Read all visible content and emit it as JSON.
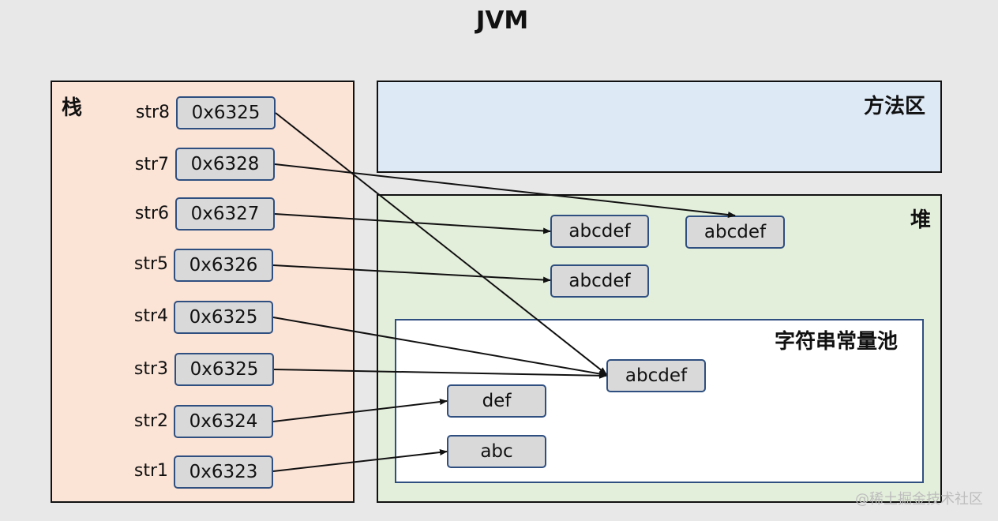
{
  "title": "JVM",
  "regions": {
    "stack": "栈",
    "method_area": "方法区",
    "heap": "堆",
    "string_pool": "字符串常量池"
  },
  "variables": [
    {
      "name": "str8",
      "address": "0x6325"
    },
    {
      "name": "str7",
      "address": "0x6328"
    },
    {
      "name": "str6",
      "address": "0x6327"
    },
    {
      "name": "str5",
      "address": "0x6326"
    },
    {
      "name": "str4",
      "address": "0x6325"
    },
    {
      "name": "str3",
      "address": "0x6325"
    },
    {
      "name": "str2",
      "address": "0x6324"
    },
    {
      "name": "str1",
      "address": "0x6323"
    }
  ],
  "heap_objects": [
    {
      "id": "h6327",
      "value": "abcdef"
    },
    {
      "id": "h6328",
      "value": "abcdef"
    },
    {
      "id": "h6326",
      "value": "abcdef"
    }
  ],
  "pool_objects": [
    {
      "id": "p6325",
      "value": "abcdef"
    },
    {
      "id": "p6324",
      "value": "def"
    },
    {
      "id": "p6323",
      "value": "abc"
    }
  ],
  "references": [
    {
      "from": "str8",
      "to": "p6325"
    },
    {
      "from": "str7",
      "to": "h6328"
    },
    {
      "from": "str6",
      "to": "h6327"
    },
    {
      "from": "str5",
      "to": "h6326"
    },
    {
      "from": "str4",
      "to": "p6325"
    },
    {
      "from": "str3",
      "to": "p6325"
    },
    {
      "from": "str2",
      "to": "p6324"
    },
    {
      "from": "str1",
      "to": "p6323"
    }
  ],
  "watermark": "@稀土掘金技术社区"
}
